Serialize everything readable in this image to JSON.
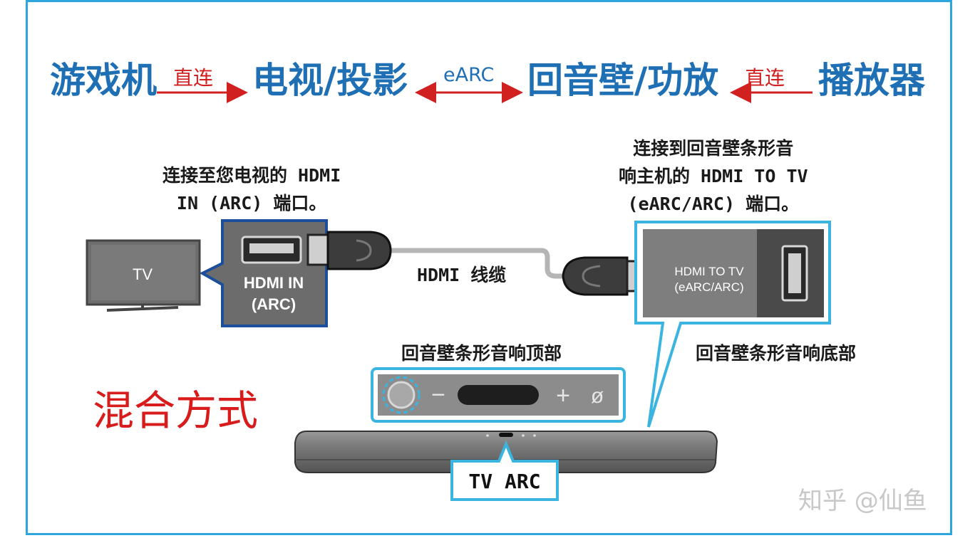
{
  "flow": {
    "nodes": [
      "游戏机",
      "电视/投影",
      "回音壁/功放",
      "播放器"
    ],
    "links": [
      "直连",
      "eARC",
      "直连"
    ]
  },
  "tv_caption": {
    "line1": "连接至您电视的 HDMI",
    "line2": "IN (ARC) 端口。"
  },
  "soundbar_caption": {
    "line1": "连接到回音壁条形音",
    "line2": "响主机的 HDMI TO TV",
    "line3": "(eARC/ARC) 端口。"
  },
  "tv_label": "TV",
  "hdmi_in_port": {
    "line1": "HDMI IN",
    "line2": "(ARC)"
  },
  "cable_label": "HDMI 线缆",
  "hdmi_to_tv_port": {
    "line1": "HDMI TO TV",
    "line2": "(eARC/ARC)"
  },
  "soundbar_top_label": "回音壁条形音响顶部",
  "soundbar_bottom_label": "回音壁条形音响底部",
  "top_panel": {
    "minus": "−",
    "plus": "+",
    "power": "ø"
  },
  "tv_arc_label": "TV ARC",
  "mode_label": "混合方式",
  "watermark": "知乎 @仙鱼",
  "colors": {
    "flow_blue": "#1f6fb5",
    "link_red": "#d02020",
    "callout_cyan": "#3cb4e0",
    "callout_navy": "#1b4f9c"
  }
}
